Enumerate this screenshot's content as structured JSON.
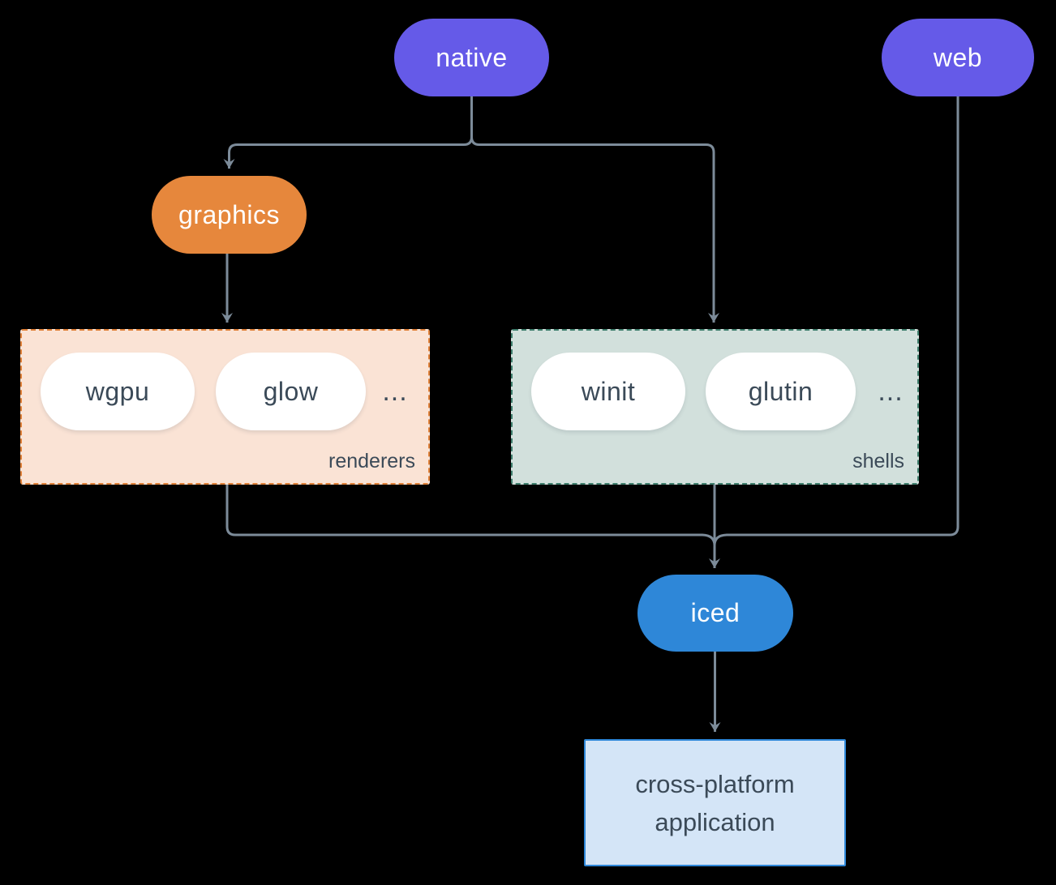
{
  "nodes": {
    "native": "native",
    "web": "web",
    "graphics": "graphics",
    "iced": "iced",
    "app_line1": "cross-platform",
    "app_line2": "application"
  },
  "groups": {
    "renderers": {
      "label": "renderers",
      "items": [
        "wgpu",
        "glow"
      ],
      "more": "..."
    },
    "shells": {
      "label": "shells",
      "items": [
        "winit",
        "glutin"
      ],
      "more": "..."
    }
  },
  "colors": {
    "background": "#000000",
    "purple": "#655AE8",
    "orange": "#E6873C",
    "blue": "#2E87D8",
    "renderers_bg": "#FAE3D5",
    "renderers_border": "#DF8038",
    "shells_bg": "#D2E0DC",
    "shells_border": "#3E7E6C",
    "app_bg": "#D4E5F7",
    "app_border": "#2E87D8",
    "line": "#7C8B99",
    "dark_text": "#3B4A58",
    "pill_text_light": "#FFFFFF"
  }
}
